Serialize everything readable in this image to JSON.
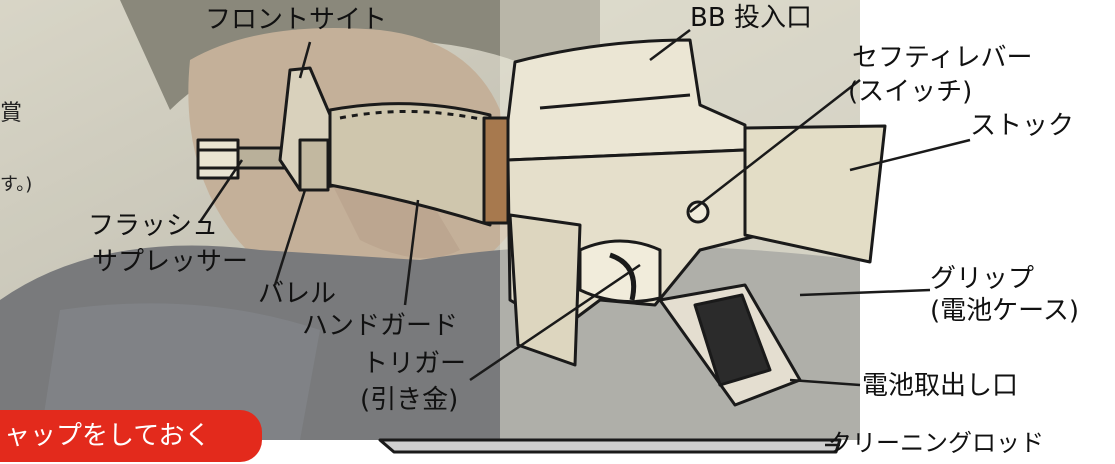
{
  "labels": {
    "front_sight": "フロントサイト",
    "bb_inlet": "BB 投入口",
    "safety_lever": "セフティレバー",
    "safety_lever_sub": "(スイッチ)",
    "stock": "ストック",
    "flash_suppressor_1": "フラッシュ",
    "flash_suppressor_2": "サプレッサー",
    "barrel": "バレル",
    "handguard": "ハンドガード",
    "trigger": "トリガー",
    "trigger_sub": "(引き金)",
    "grip": "グリップ",
    "grip_sub": "(電池ケース)",
    "battery_outlet": "電池取出し口",
    "cleaning_rod": "クリーニングロッド"
  },
  "left_fragments": {
    "top": "賞",
    "middle": "す。)"
  },
  "banner": {
    "text": "ャップをしておく",
    "color": "#e32a1c"
  },
  "colors": {
    "photo_bg": "#3a3a3a",
    "diagram_overlay": "#f1efe0",
    "line": "#1a1a1a"
  }
}
